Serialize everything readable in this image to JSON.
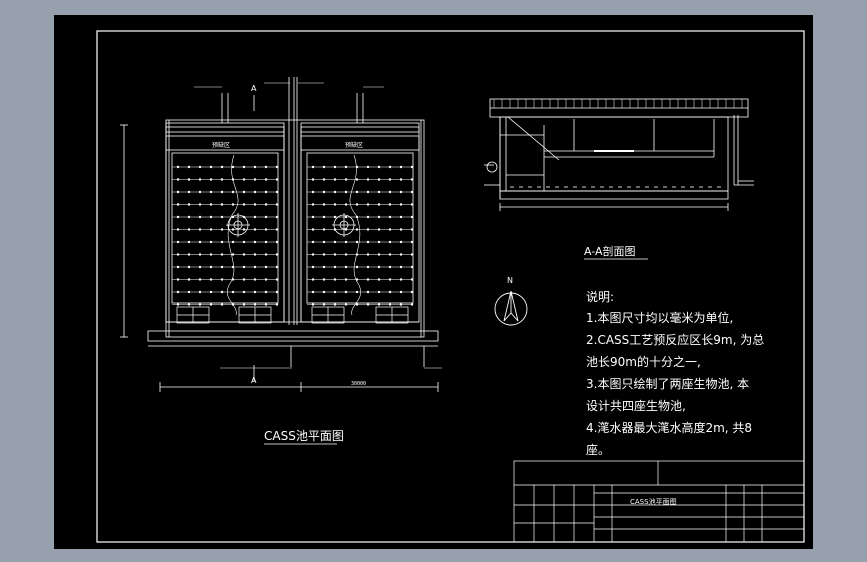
{
  "plan": {
    "title": "CASS池平面图",
    "label_a_top": "A",
    "label_a_bottom": "A",
    "zone_left": "预缺区",
    "zone_right": "预缺区",
    "dim_half": "30000"
  },
  "section": {
    "title": "A-A剖面图"
  },
  "north": {
    "letter": "N"
  },
  "notes": {
    "heading": "说明:",
    "lines": [
      "1.本图尺寸均以毫米为单位,",
      "2.CASS工艺预反应区长9m, 为总",
      "池长90m的十分之一,",
      "3.本图只绘制了两座生物池, 本",
      "设计共四座生物池,",
      "4.滗水器最大滗水高度2m, 共8",
      "座。"
    ]
  },
  "titleblock": {
    "drawing_name": "CASS池平面图"
  },
  "colors": {
    "background": "#97a1ad",
    "paper": "#000000",
    "line": "#ffffff"
  }
}
